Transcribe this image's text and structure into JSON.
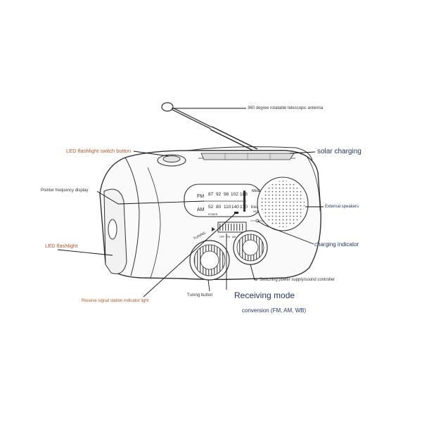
{
  "labels": {
    "antenna": "360 degree rotatable telescopic antenna",
    "led_switch": "LED flashlight switch button",
    "solar": "solar charging",
    "pointer_display": "Pointer frequency display",
    "speakers": "External speakers",
    "led_flashlight": "LED flashlight",
    "charging_indicator": "charging indicator",
    "power_switch": "Switching power supply/sound controller",
    "tuning_button": "Tuning button",
    "indicator_light": "Receive signal station indicator light",
    "mode_title": "Receiving mode",
    "mode_sub": "conversion (FM, AM, WB)"
  },
  "dial": {
    "fm_label": "FM",
    "am_label": "AM",
    "fm_unit": "MHZ",
    "am_unit": "KHZ",
    "am_unit_sub": "x10",
    "fm_scale": [
      "87",
      "92",
      "98",
      "102",
      "108"
    ],
    "am_scale": [
      "52",
      "80",
      "110",
      "140",
      "170"
    ],
    "power_text": "POWER"
  },
  "body_text": {
    "tuning": "TUNING",
    "mode_positions": [
      "OFF",
      "FM",
      "AM",
      "WB"
    ]
  },
  "colors": {
    "label_red": "#c0392b",
    "label_orange": "#b5532a",
    "label_navy": "#22365f",
    "line": "#111111"
  }
}
